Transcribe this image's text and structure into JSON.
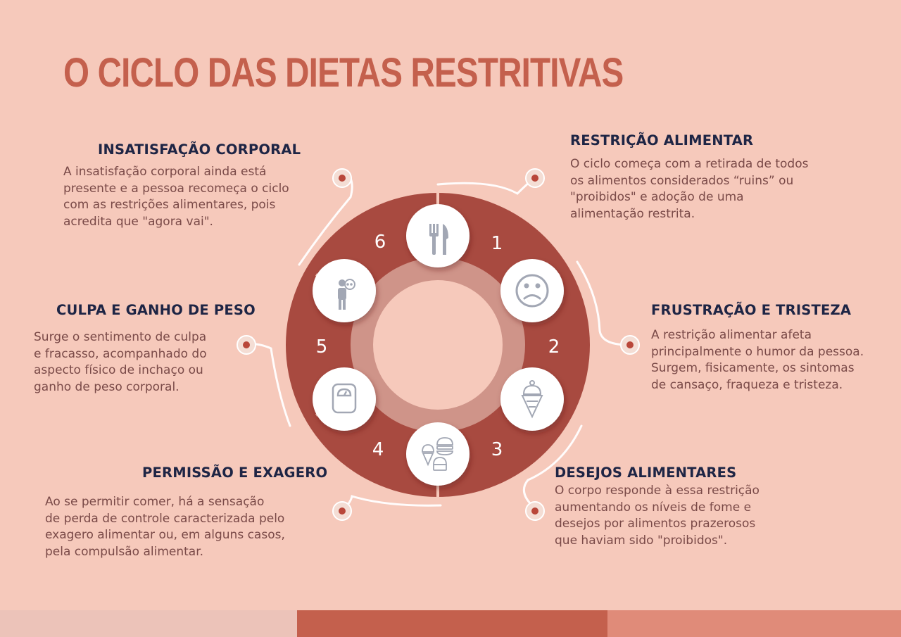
{
  "title": "O CICLO DAS DIETAS RESTRITIVAS",
  "stages": [
    {
      "number": "1",
      "heading": "RESTRIÇÃO ALIMENTAR",
      "text": "O ciclo começa com a retirada de todos\nos alimentos considerados “ruins” ou\n\"proibidos\" e adoção de uma\nalimentação restrita.",
      "icon": "fork-knife-icon"
    },
    {
      "number": "2",
      "heading": "FRUSTRAÇÃO E TRISTEZA",
      "text": "A restrição alimentar afeta\nprincipalmente o humor da pessoa.\nSurgem, fisicamente, os sintomas\nde cansaço, fraqueza e tristeza.",
      "icon": "sad-face-icon"
    },
    {
      "number": "3",
      "heading": "DESEJOS ALIMENTARES",
      "text": "O corpo responde à essa restrição\naumentando os níveis de fome e\ndesejos por alimentos prazerosos\nque haviam sido \"proibidos\".",
      "icon": "ice-cream-icon"
    },
    {
      "number": "4",
      "heading": "PERMISSÃO E EXAGERO",
      "text": "Ao se permitir comer, há a sensação\nde perda de controle caracterizada pelo\nexagero alimentar ou, em alguns casos,\npela compulsão alimentar.",
      "icon": "junk-food-icon"
    },
    {
      "number": "5",
      "heading": "CULPA E GANHO DE PESO",
      "text": "Surge o sentimento de culpa\ne fracasso, acompanhado do\naspecto físico de inchaço ou\nganho de peso corporal.",
      "icon": "scale-icon"
    },
    {
      "number": "6",
      "heading": "INSATISFAÇÃO CORPORAL",
      "text": "A insatisfação corporal ainda está\npresente e a pessoa recomeça o ciclo\ncom as restrições alimentares, pois\nacredita que \"agora vai\".",
      "icon": "person-thinking-icon"
    }
  ],
  "colors": {
    "background": "#f6c9bb",
    "ring": "#a84a40",
    "inner_ring": "#cf9489",
    "title": "#c4604d",
    "heading": "#1e2545",
    "text": "#7a4a48",
    "footer": [
      "#ecc3b9",
      "#c4604d",
      "#e08b79"
    ]
  }
}
